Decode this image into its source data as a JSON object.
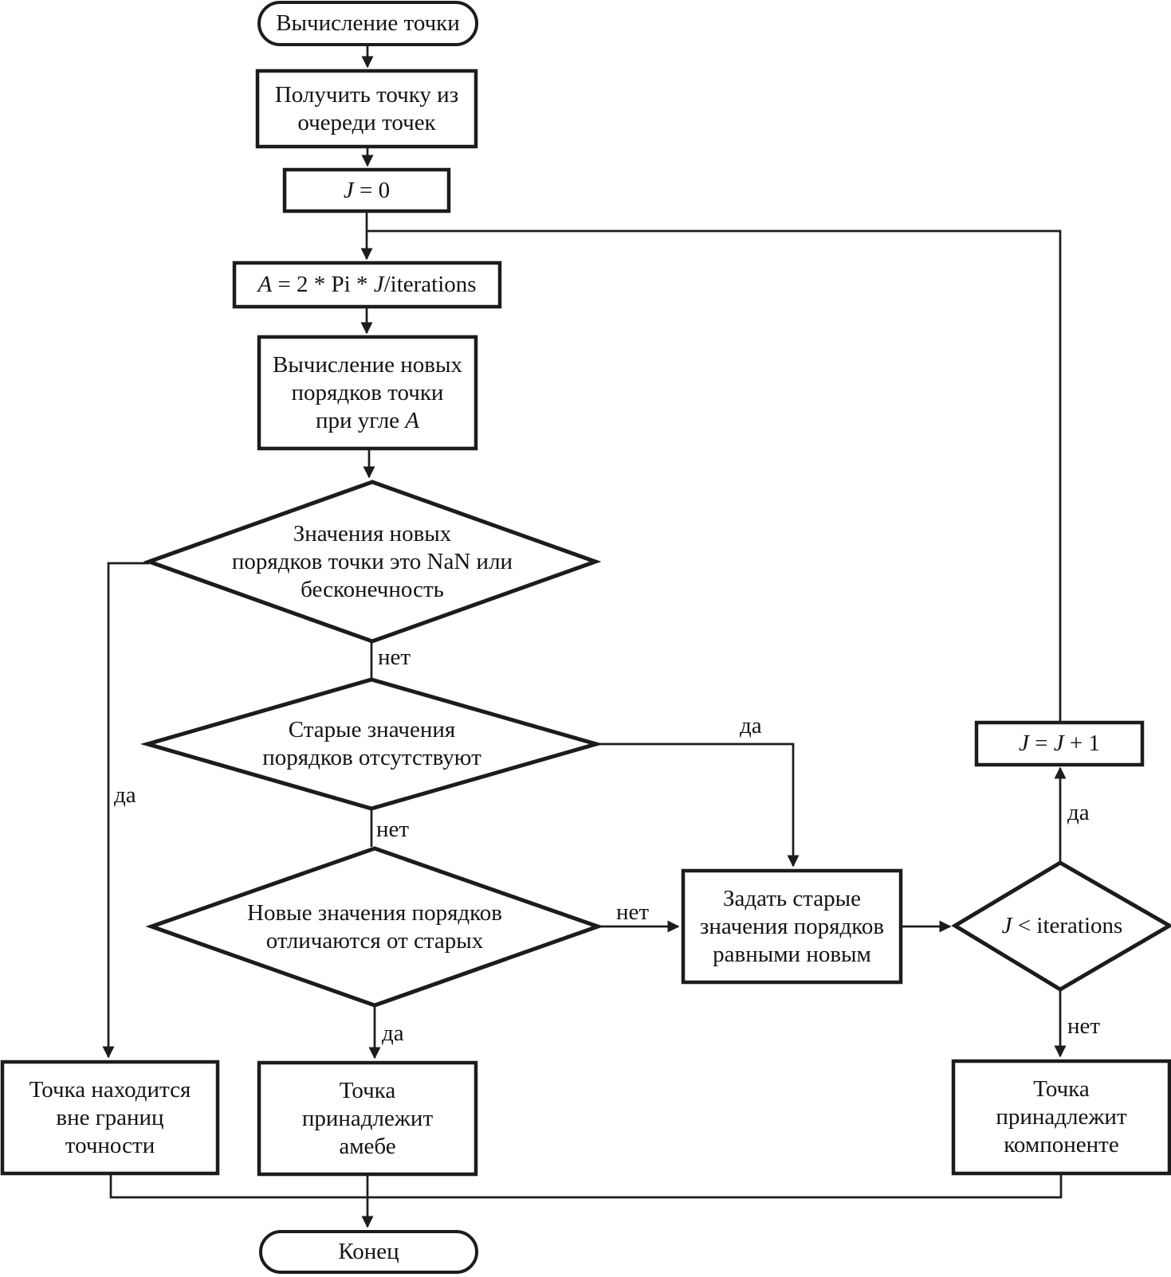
{
  "nodes": {
    "start": {
      "label": "Вычисление точки"
    },
    "get_point": {
      "lines": [
        "Получить точку из",
        "очереди точек"
      ]
    },
    "j_init": {
      "p1": "J",
      "p2": " = 0"
    },
    "angle": {
      "p1": "A",
      "p2": " = 2 * Pi * ",
      "p3": "J",
      "p4": "/iterations"
    },
    "compute_orders": {
      "lines": [
        "Вычисление новых",
        "порядков точки"
      ],
      "l3a": "при угле ",
      "l3b": "A"
    },
    "check_nan": {
      "lines": [
        "Значения новых",
        "порядков точки это NaN или",
        "бесконечность"
      ]
    },
    "check_old_missing": {
      "lines": [
        "Старые значения",
        "порядков отсутствуют"
      ]
    },
    "check_differ": {
      "lines": [
        "Новые значения порядков",
        "отличаются от старых"
      ]
    },
    "set_old": {
      "lines": [
        "Задать старые",
        "значения порядков",
        "равными новым"
      ]
    },
    "check_iter": {
      "p1": "J",
      "p2": " < iterations"
    },
    "j_inc": {
      "p1": "J",
      "p2": " = ",
      "p3": "J",
      "p4": " + 1"
    },
    "outside_bounds": {
      "lines": [
        "Точка находится",
        "вне границ",
        "точности"
      ]
    },
    "amoeba": {
      "lines": [
        "Точка",
        "принадлежит",
        "амебе"
      ]
    },
    "component": {
      "lines": [
        "Точка",
        "принадлежит",
        "компоненте"
      ]
    },
    "end": {
      "label": "Конец"
    }
  },
  "edge_labels": {
    "nan_yes": "да",
    "nan_no": "нет",
    "old_yes": "да",
    "old_no": "нет",
    "differ_no": "нет",
    "differ_yes": "да",
    "iter_yes": "да",
    "iter_no": "нет"
  },
  "colors": {
    "stroke": "#1c1c1c",
    "text": "#141414",
    "background": "#ffffff"
  }
}
